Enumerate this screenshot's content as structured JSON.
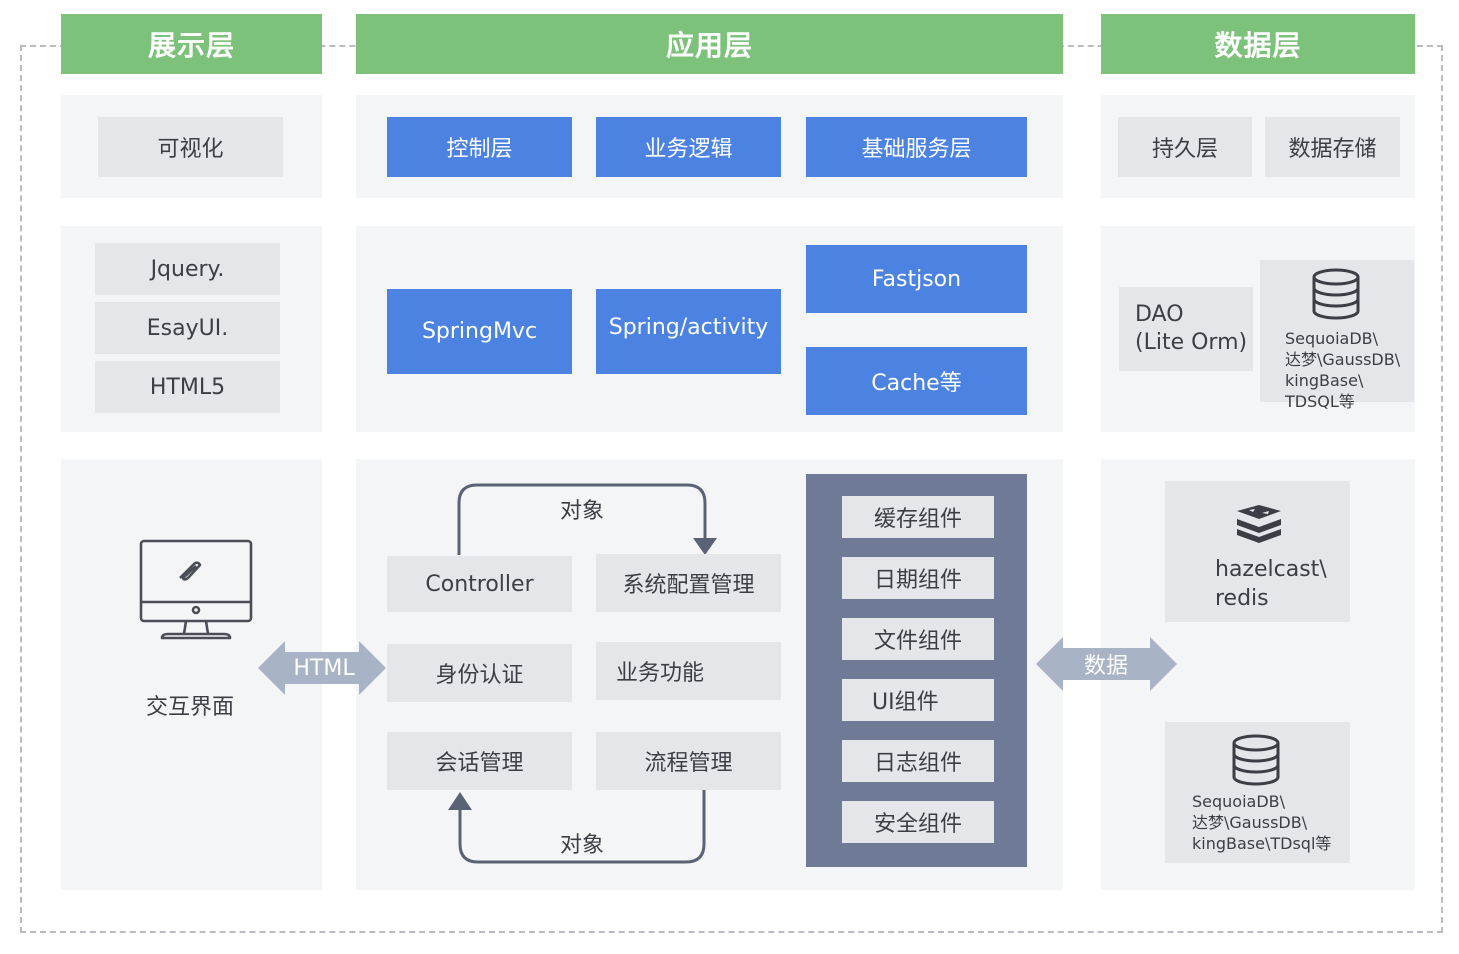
{
  "columns": {
    "presentation": "展示层",
    "application": "应用层",
    "data": "数据层"
  },
  "row1": {
    "visualize": "可视化",
    "control": "控制层",
    "business_logic": "业务逻辑",
    "base_service": "基础服务层",
    "persistence": "持久层",
    "storage": "数据存储"
  },
  "row2": {
    "front_libs": [
      "Jquery.",
      "EsayUI.",
      "HTML5"
    ],
    "springmvc": "SpringMvc",
    "spring_activity": "Spring/activity",
    "fastjson": "Fastjson",
    "cache": "Cache等",
    "dao_line1": "DAO",
    "dao_line2": "(Lite Orm)",
    "db_lines": [
      "SequoiaDB\\",
      "达梦\\GaussDB\\",
      "kingBase\\",
      "TDSQL等"
    ]
  },
  "row3": {
    "interaction": "交互界面",
    "html_arrow": "HTML",
    "object_top": "对象",
    "object_bottom": "对象",
    "controller": "Controller",
    "sys_config": "系统配置管理",
    "auth": "身份认证",
    "business_func": "业务功能",
    "session": "会话管理",
    "process": "流程管理",
    "components": [
      "缓存组件",
      "日期组件",
      "文件组件",
      "UI组件",
      "日志组件",
      "安全组件"
    ],
    "data_arrow": "数据",
    "cache_line1": "hazelcast\\",
    "cache_line2": "redis",
    "db2_lines": [
      "SequoiaDB\\",
      "达梦\\GaussDB\\",
      "kingBase\\TDsql等"
    ]
  },
  "colors": {
    "header_green": "#7cc27a",
    "accent_blue": "#4c83e2",
    "component_panel": "#6e7a96",
    "arrow_gray": "#a9b3c6"
  },
  "icons": [
    "monitor-icon",
    "database-icon",
    "redis-icon",
    "double-arrow-icon",
    "loop-arrow-icon"
  ]
}
